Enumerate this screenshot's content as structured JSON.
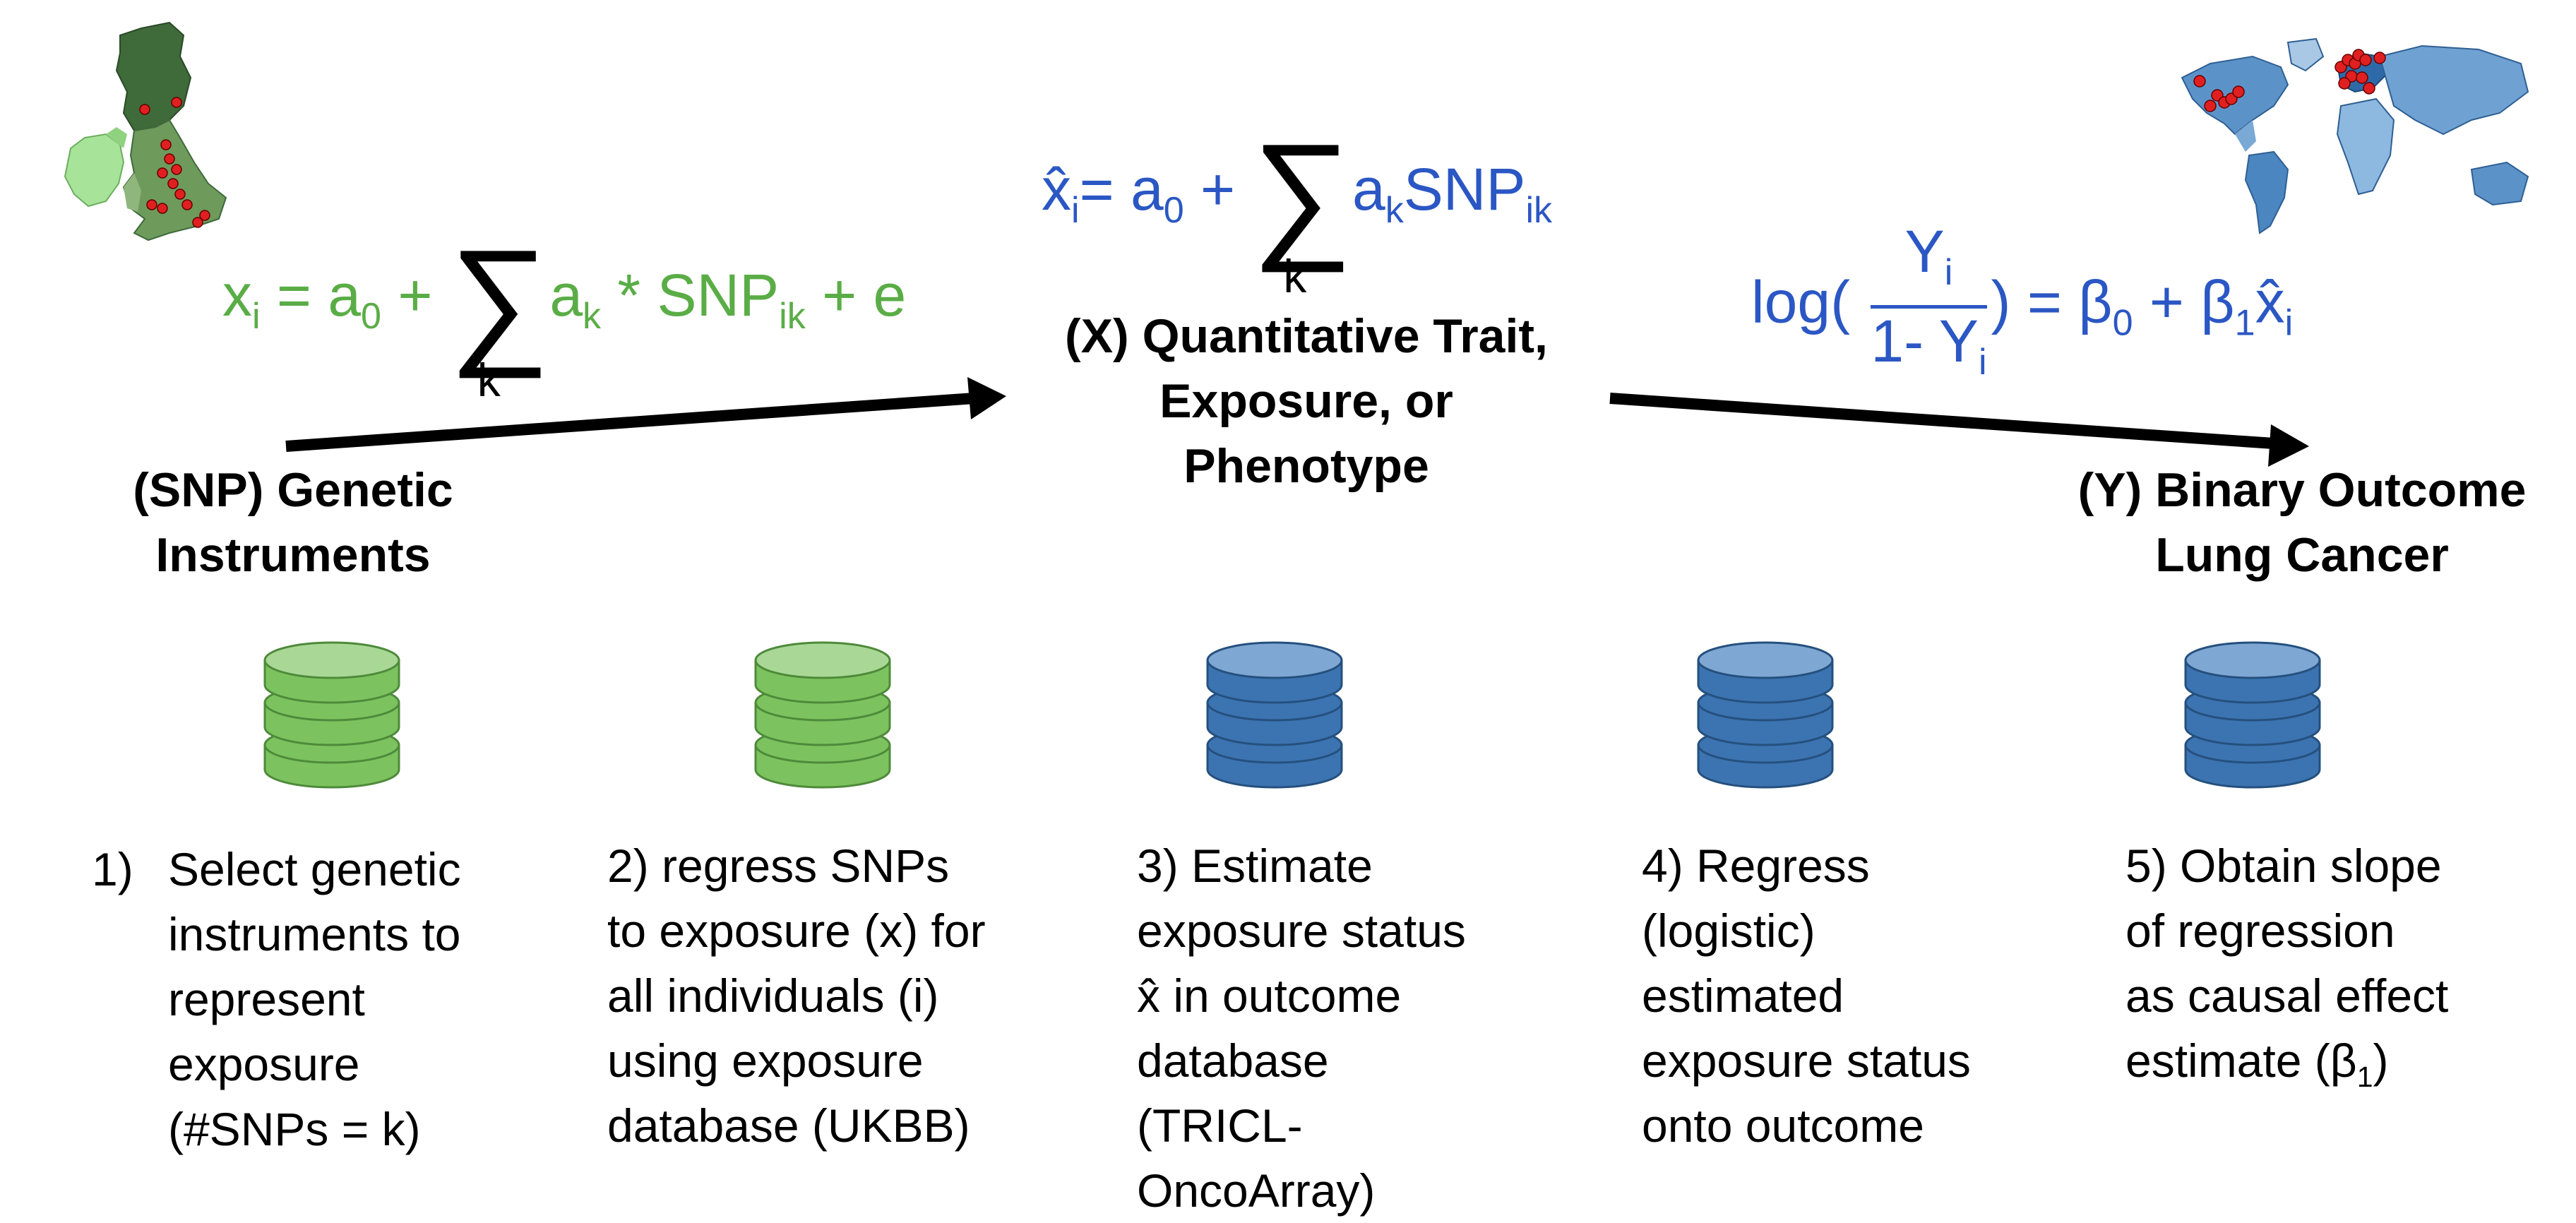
{
  "colors": {
    "green": "#5aad46",
    "blue": "#2b57c4",
    "db_green": "#7cc35f",
    "db_blue": "#3c74b1"
  },
  "icons": {
    "uk_map": "uk-map-icon",
    "world_map": "world-map-icon",
    "database": "database-icon"
  },
  "equations": {
    "eq1": {
      "x": "x",
      "i": "i",
      "eq_a0": " = a",
      "zero": "0",
      "plus": " + ",
      "sigma": "∑",
      "sum_k": "k",
      "a": "a",
      "k": "k",
      "times_snp": " * SNP",
      "ik": "ik",
      "plus_e": " + e"
    },
    "eq2": {
      "xhat": "x̂",
      "i": "i",
      "eq_a0": "= a",
      "zero": "0",
      "plus": " + ",
      "sigma": "∑",
      "sum_k": "k",
      "a": "a",
      "k": "k",
      "snp": "SNP",
      "ik": "ik"
    },
    "eq3": {
      "log": "log(",
      "num": "Y",
      "num_i": "i",
      "den": "1- Y",
      "den_i": "i",
      "close": ") = β",
      "zero": "0",
      "plus": " + β",
      "one": "1",
      "xhat": "x̂",
      "i": "i"
    }
  },
  "nodes": {
    "snp": [
      "(SNP) Genetic",
      "Instruments"
    ],
    "x": [
      "(X) Quantitative Trait,",
      "Exposure, or",
      "Phenotype"
    ],
    "y": [
      "(Y) Binary Outcome",
      "Lung Cancer"
    ]
  },
  "steps": [
    {
      "number": "1)",
      "lines": [
        "Select genetic",
        "instruments to",
        "represent",
        "exposure",
        "(#SNPs = k)"
      ]
    },
    {
      "lines": [
        "2) regress SNPs",
        "to exposure (x) for",
        "all individuals (i)",
        "using exposure",
        "database (UKBB)"
      ]
    },
    {
      "lines": [
        "3) Estimate",
        "exposure status",
        "x̂ in outcome",
        "database",
        "(TRICL-",
        "OncoArray)"
      ]
    },
    {
      "lines": [
        "4) Regress",
        "(logistic)",
        "estimated",
        "exposure status",
        "onto outcome"
      ]
    },
    {
      "lines": [
        "5) Obtain slope",
        "of regression",
        "as causal effect"
      ],
      "last_prefix": "estimate (β",
      "last_sub": "1",
      "last_suffix": ")"
    }
  ]
}
